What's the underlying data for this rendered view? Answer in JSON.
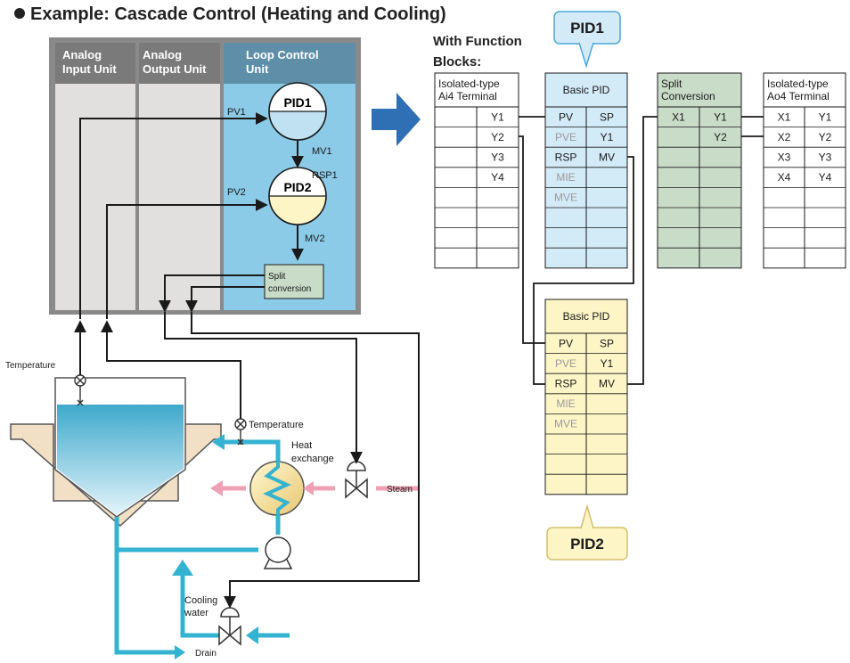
{
  "title": "Example: Cascade Control (Heating and Cooling)",
  "subtitle_line1": "With Function",
  "subtitle_line2": "Blocks:",
  "columns": {
    "analog_input": [
      "Analog",
      "Input Unit"
    ],
    "analog_output": [
      "Analog",
      "Output Unit"
    ],
    "loop_control": [
      "Loop Control",
      "Unit"
    ]
  },
  "loop_labels": {
    "pv1": "PV1",
    "mv1": "MV1",
    "rsp1": "RSP1",
    "pv2": "PV2",
    "mv2": "MV2",
    "pid1": "PID1",
    "pid2": "PID2",
    "split_line1": "Split",
    "split_line2": "conversion"
  },
  "process_labels": {
    "temperature_left": "Temperature",
    "temperature_right": "Temperature",
    "heat_line1": "Heat",
    "heat_line2": "exchange",
    "steam": "Steam",
    "cooling_line1": "Cooling",
    "cooling_line2": "water",
    "drain": "Drain"
  },
  "callouts": {
    "pid1": "PID1",
    "pid2": "PID2"
  },
  "blocks": {
    "ai4": {
      "title": [
        "Isolated-type",
        "Ai4 Terminal"
      ],
      "rows": [
        [
          "",
          "Y1"
        ],
        [
          "",
          "Y2"
        ],
        [
          "",
          "Y3"
        ],
        [
          "",
          "Y4"
        ],
        [
          "",
          ""
        ],
        [
          "",
          ""
        ],
        [
          "",
          ""
        ],
        [
          "",
          ""
        ]
      ]
    },
    "pid1": {
      "title": [
        "Basic PID"
      ],
      "rows": [
        [
          "PV",
          "SP"
        ],
        [
          "PVE",
          "Y1"
        ],
        [
          "RSP",
          "MV"
        ],
        [
          "MIE",
          ""
        ],
        [
          "MVE",
          ""
        ],
        [
          "",
          ""
        ],
        [
          "",
          ""
        ],
        [
          "",
          ""
        ]
      ]
    },
    "split": {
      "title": [
        "Split",
        "Conversion"
      ],
      "rows": [
        [
          "X1",
          "Y1"
        ],
        [
          "",
          "Y2"
        ],
        [
          "",
          ""
        ],
        [
          "",
          ""
        ],
        [
          "",
          ""
        ],
        [
          "",
          ""
        ],
        [
          "",
          ""
        ],
        [
          "",
          ""
        ]
      ]
    },
    "ao4": {
      "title": [
        "Isolated-type",
        "Ao4 Terminal"
      ],
      "rows": [
        [
          "X1",
          "Y1"
        ],
        [
          "X2",
          "Y2"
        ],
        [
          "X3",
          "Y3"
        ],
        [
          "X4",
          "Y4"
        ],
        [
          "",
          ""
        ],
        [
          "",
          ""
        ],
        [
          "",
          ""
        ],
        [
          "",
          ""
        ]
      ]
    },
    "pid2": {
      "title": [
        "Basic PID"
      ],
      "rows": [
        [
          "PV",
          "SP"
        ],
        [
          "PVE",
          "Y1"
        ],
        [
          "RSP",
          "MV"
        ],
        [
          "MIE",
          ""
        ],
        [
          "MVE",
          ""
        ],
        [
          "",
          ""
        ],
        [
          "",
          ""
        ],
        [
          "",
          ""
        ]
      ]
    }
  },
  "grey_cells": [
    "PVE",
    "MIE",
    "MVE"
  ],
  "colors": {
    "header_grey": "#7a7a7a",
    "loop_blue": "#8ccbe8",
    "pid1_fill": "#d3eaf7",
    "pid2_fill": "#fdf5c6",
    "split_fill": "#c9dcc8",
    "pipe_cyan": "#33b3d1",
    "heat_pink": "#f0a0b4",
    "arrow_blue": "#2f6fb3"
  }
}
